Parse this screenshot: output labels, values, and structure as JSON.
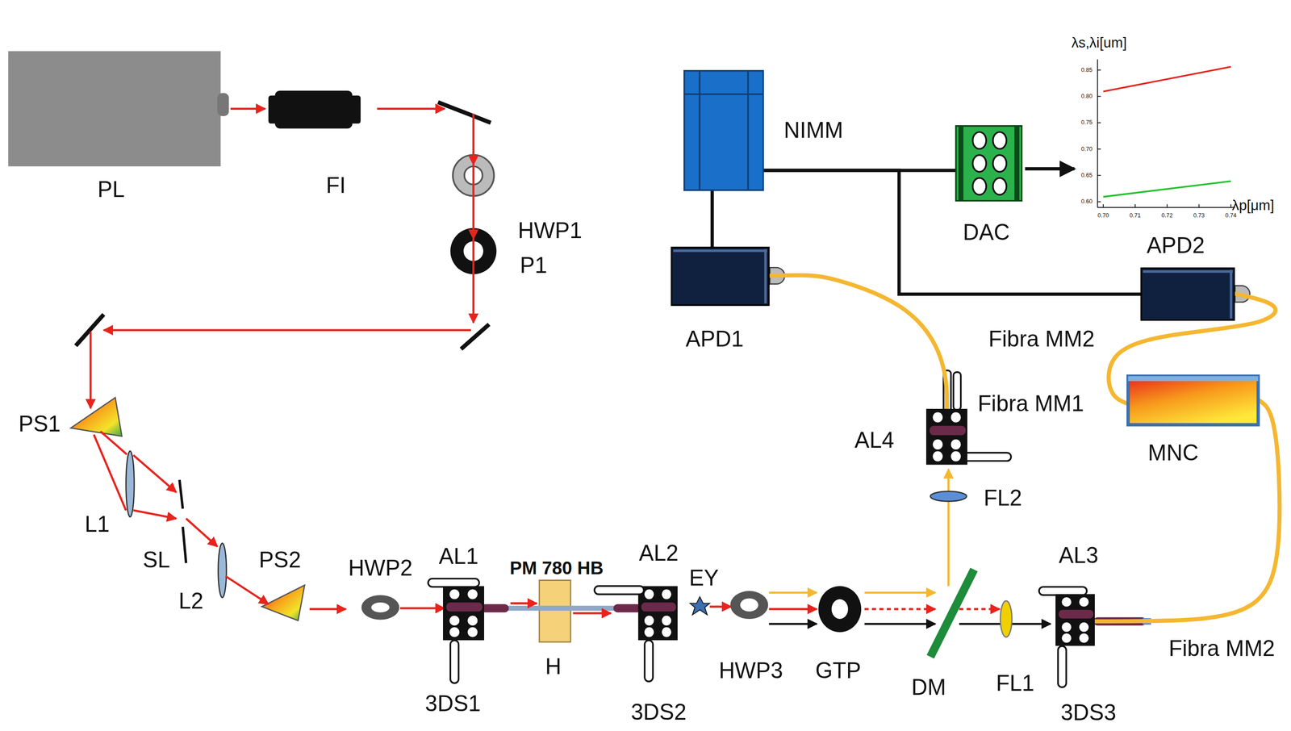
{
  "diagram": {
    "nodes": [
      {
        "text": [
          "NIMM"
        ]
      },
      {
        "text": [
          "DAC"
        ]
      },
      {
        "text": [
          "APD1"
        ]
      },
      {
        "text": [
          "APD2"
        ]
      },
      {
        "text": [
          "MNC"
        ]
      },
      {
        "text": [
          "AL4"
        ]
      },
      {
        "text": [
          "AL3"
        ]
      }
    ],
    "edges": [
      {
        "from": 0,
        "to": 1,
        "arrow": "none"
      },
      {
        "from": 3,
        "to": 0,
        "arrow": "none"
      },
      {
        "from": 0,
        "to": 2,
        "arrow": "none"
      },
      {
        "from": 5,
        "to": 2,
        "arrow": "none",
        "label": "Fibra MM1"
      },
      {
        "from": 6,
        "to": 4,
        "arrow": "none",
        "label": "Fibra MM2"
      },
      {
        "from": 4,
        "to": 3,
        "arrow": "none",
        "label": "Fibra MM2"
      }
    ],
    "labels": [
      "PL",
      "FI",
      "HWP1",
      "P1",
      "PS1",
      "L1",
      "SL",
      "L2",
      "PS2",
      "HWP2",
      "AL1",
      "PM 780 HB",
      "AL2",
      "EY",
      "H",
      "3DS1",
      "3DS2",
      "HWP3",
      "GTP",
      "DM",
      "FL1",
      "3DS3",
      "FL2",
      "λs,λi[um]",
      "λp[μm]",
      "0.85",
      "0.80",
      "0.75",
      "0.70",
      "0.65",
      "0.60",
      "0.70",
      "0.71",
      "0.72",
      "0.73",
      "0.74"
    ]
  }
}
